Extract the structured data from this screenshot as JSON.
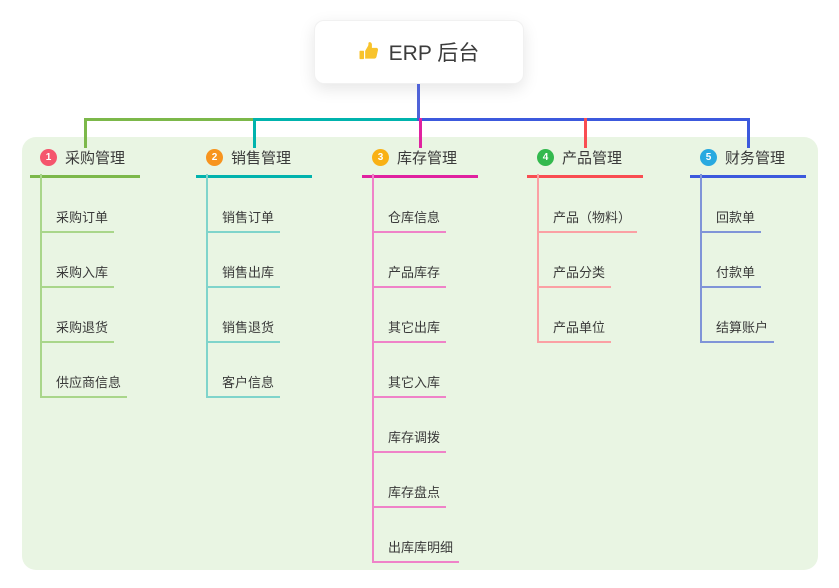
{
  "root": {
    "label": "ERP 后台",
    "icon": "thumbs-up-icon",
    "icon_color": "#f8c32c"
  },
  "connector_color": "#5063d8",
  "panel_bg": "#e9f5e3",
  "branches": [
    {
      "num": "1",
      "title": "采购管理",
      "circle_color": "#f5566d",
      "line_color": "#7cb84a",
      "child_line_color": "#a9d68a",
      "children": [
        "采购订单",
        "采购入库",
        "采购退货",
        "供应商信息"
      ]
    },
    {
      "num": "2",
      "title": "销售管理",
      "circle_color": "#f7941e",
      "line_color": "#00b3ad",
      "child_line_color": "#7fd4cb",
      "children": [
        "销售订单",
        "销售出库",
        "销售退货",
        "客户信息"
      ]
    },
    {
      "num": "3",
      "title": "库存管理",
      "circle_color": "#f9b115",
      "line_color": "#e022a0",
      "child_line_color": "#ef82c8",
      "children": [
        "仓库信息",
        "产品库存",
        "其它出库",
        "其它入库",
        "库存调拨",
        "库存盘点",
        "出库库明细"
      ]
    },
    {
      "num": "4",
      "title": "产品管理",
      "circle_color": "#33b94e",
      "line_color": "#f94d52",
      "child_line_color": "#fba0a4",
      "children": [
        "产品（物料）",
        "产品分类",
        "产品单位"
      ]
    },
    {
      "num": "5",
      "title": "财务管理",
      "circle_color": "#29a9e0",
      "line_color": "#3c59dd",
      "child_line_color": "#8094d8",
      "children": [
        "回款单",
        "付款单",
        "结算账户"
      ]
    }
  ]
}
